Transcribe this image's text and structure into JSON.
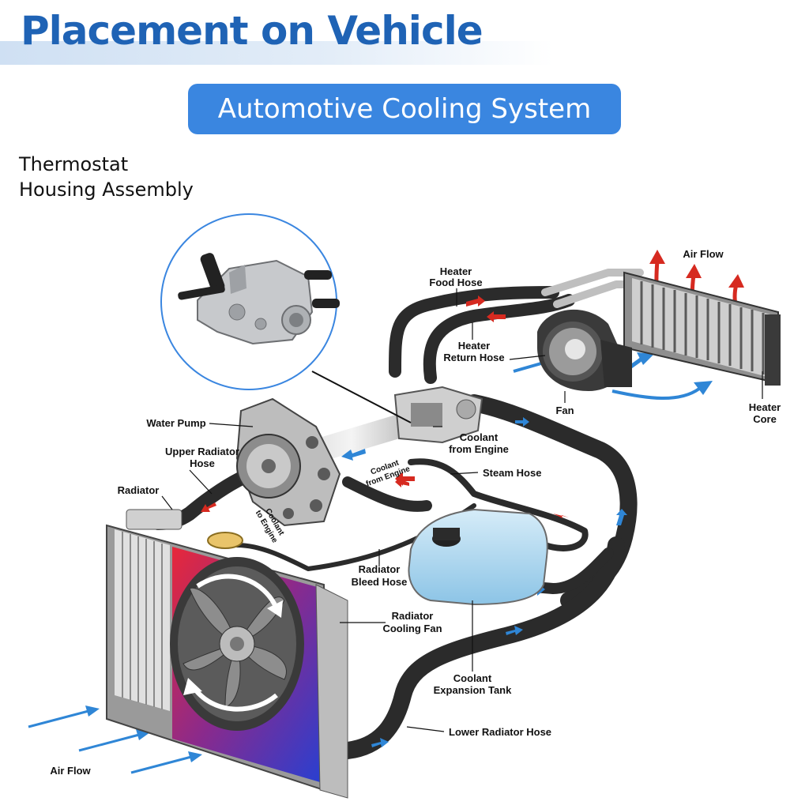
{
  "header": {
    "title": "Placement on Vehicle",
    "subtitle": "Automotive Cooling System",
    "part_caption_line1": "Thermostat",
    "part_caption_line2": "Housing Assembly"
  },
  "labels": {
    "heater_food_hose_1": "Heater",
    "heater_food_hose_2": "Food Hose",
    "air_flow_top": "Air Flow",
    "heater_return_hose_1": "Heater",
    "heater_return_hose_2": "Return Hose",
    "fan": "Fan",
    "heater_core_1": "Heater",
    "heater_core_2": "Core",
    "water_pump": "Water Pump",
    "coolant_from_engine_1": "Coolant",
    "coolant_from_engine_2": "from Engine",
    "upper_radiator_hose_1": "Upper Radiator",
    "upper_radiator_hose_2": "Hose",
    "coolant_from_engine_small_1": "Coolant",
    "coolant_from_engine_small_2": "from Engine",
    "steam_hose": "Steam Hose",
    "radiator": "Radiator",
    "coolant_to_engine_1": "Coolant",
    "coolant_to_engine_2": "to Engine",
    "radiator_bleed_hose_1": "Radiator",
    "radiator_bleed_hose_2": "Bleed Hose",
    "radiator_cooling_fan_1": "Radiator",
    "radiator_cooling_fan_2": "Cooling Fan",
    "coolant_expansion_tank_1": "Coolant",
    "coolant_expansion_tank_2": "Expansion Tank",
    "lower_radiator_hose": "Lower Radiator Hose",
    "air_flow_bottom": "Air Flow"
  },
  "colors": {
    "brand_blue": "#1f63b5",
    "pill_blue": "#3a86e0",
    "hose": "#2b2b2b",
    "hot_arrow": "#d62a20",
    "cold_arrow": "#2f86d6",
    "tank": "#a9d3ec"
  }
}
